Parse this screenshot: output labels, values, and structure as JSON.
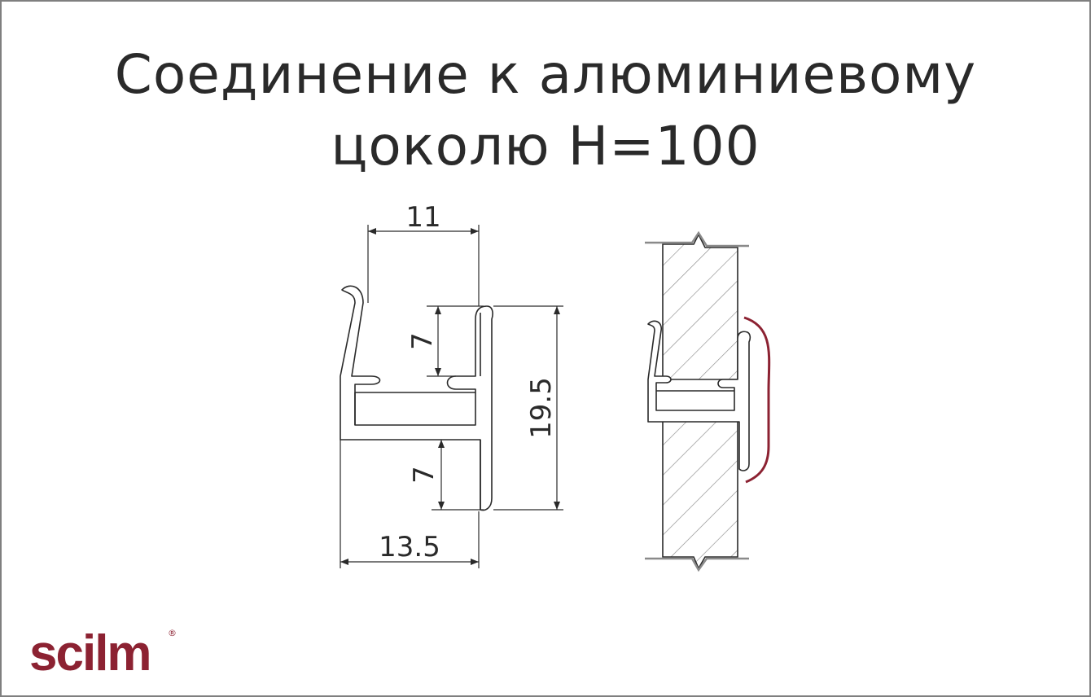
{
  "title": {
    "line1": "Соединение к алюминиевому",
    "line2": "цоколю H=100"
  },
  "dimensions": {
    "top_width": "11",
    "upper_slot": "7",
    "lower_slot": "7",
    "total_height": "19.5",
    "bottom_width": "13.5"
  },
  "logo": {
    "text": "scilm",
    "mark": "®"
  },
  "colors": {
    "line": "#2a2a2a",
    "hatch": "#8a8a8a",
    "seal": "#8c2232",
    "frame": "#7f7f7f"
  }
}
